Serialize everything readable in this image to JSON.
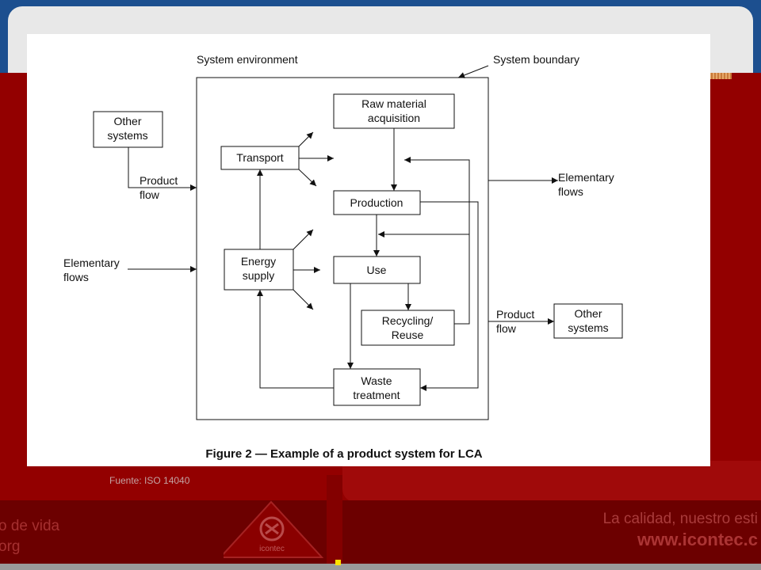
{
  "slide": {
    "source_note": "Fuente: ISO 14040",
    "slogan": "La calidad, nuestro esti",
    "website": "www.icontec.c",
    "left_footer": [
      "o de vida",
      "org"
    ],
    "logo_text": "icontec"
  },
  "diagram": {
    "title": "Figure 2 — Example of a product system for LCA",
    "labels": {
      "system_environment": "System environment",
      "system_boundary": "System boundary",
      "elementary_flows_right": [
        "Elementary",
        "flows"
      ],
      "elementary_flows_left": [
        "Elementary",
        "flows"
      ],
      "product_flow_left": [
        "Product",
        "flow"
      ],
      "product_flow_right": [
        "Product",
        "flow"
      ]
    },
    "boxes": {
      "other_systems_left": [
        "Other",
        "systems"
      ],
      "other_systems_right": [
        "Other",
        "systems"
      ],
      "raw_material": [
        "Raw material",
        "acquisition"
      ],
      "transport": [
        "Transport"
      ],
      "production": [
        "Production"
      ],
      "energy_supply": [
        "Energy",
        "supply"
      ],
      "use": [
        "Use"
      ],
      "recycling": [
        "Recycling/",
        "Reuse"
      ],
      "waste": [
        "Waste",
        "treatment"
      ]
    }
  }
}
